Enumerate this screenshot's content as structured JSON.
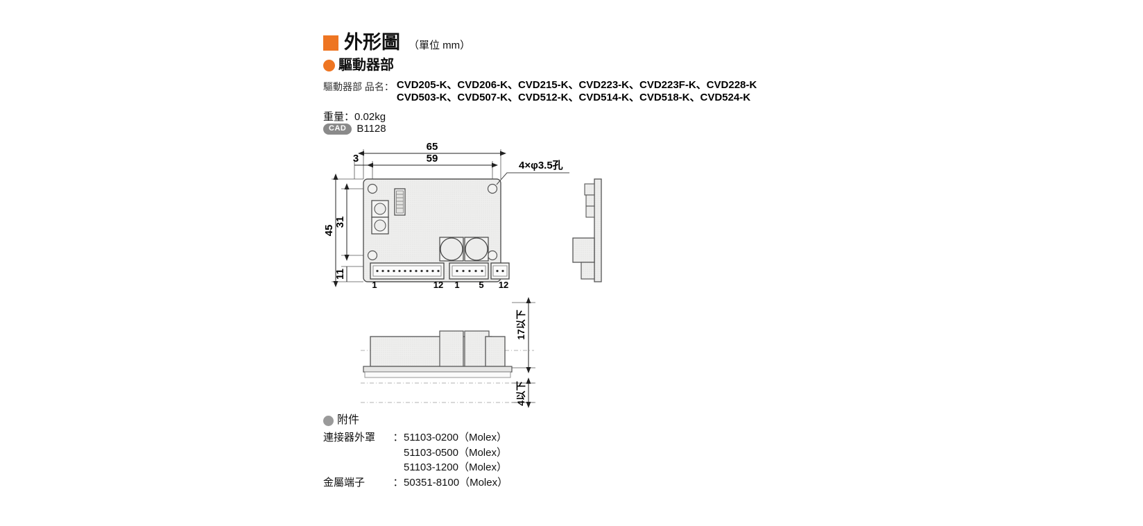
{
  "header": {
    "title": "外形圖",
    "unit_note": "（單位 mm）",
    "section_title": "驅動器部",
    "model_label": "驅動器部 品名：",
    "model_lines": [
      "CVD205-K、CVD206-K、CVD215-K、CVD223-K、CVD223F-K、CVD228-K",
      "CVD503-K、CVD507-K、CVD512-K、CVD514-K、CVD518-K、CVD524-K"
    ],
    "weight": "重量：0.02kg",
    "cad_badge": "CAD",
    "cad_code": "B1128"
  },
  "drawing": {
    "front_view": {
      "dim_width_total": "65",
      "dim_width_holes": "59",
      "dim_edge_offset": "3",
      "dim_height_total": "45",
      "dim_height_holes": "31",
      "dim_height_bottom": "11",
      "hole_callout": "4×φ3.5孔",
      "connector_pins": [
        "1",
        "12",
        "1",
        "5",
        "12"
      ]
    },
    "bottom_view": {
      "dim_height_max": "17以下",
      "dim_base_max": "4以下"
    }
  },
  "accessories": {
    "title": "附件",
    "rows": [
      {
        "key": "連接器外罩",
        "colon": "：",
        "value": "51103-0200（Molex）"
      },
      {
        "key": "",
        "colon": "",
        "value": "51103-0500（Molex）"
      },
      {
        "key": "",
        "colon": "",
        "value": "51103-1200（Molex）"
      },
      {
        "key": "金屬端子",
        "colon": "：",
        "value": "50351-8100（Molex）"
      }
    ]
  },
  "colors": {
    "accent_orange": "#ee7522",
    "badge_gray": "#8a8a8a",
    "line_dark": "#3a3a3a",
    "body_fill": "#ececeb"
  }
}
